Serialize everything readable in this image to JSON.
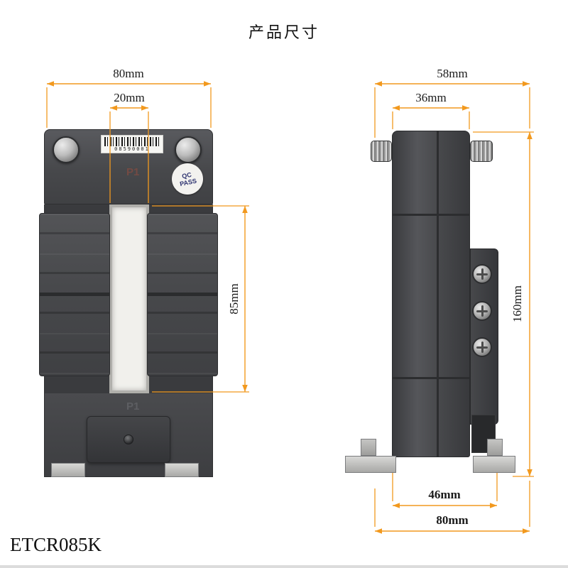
{
  "page": {
    "title": "产品尺寸",
    "model": "ETCR085K"
  },
  "colors": {
    "dimension_line": "#f2991e",
    "device_body": "#47484b"
  },
  "front_view": {
    "barcode_digits": "08590001",
    "p1_top": "P1",
    "p1_bottom": "P1",
    "qc_line1": "QC",
    "qc_line2": "PASS",
    "dims": {
      "overall_width": "80mm",
      "window_width": "20mm",
      "window_height": "85mm"
    }
  },
  "side_view": {
    "dims": {
      "overall_depth": "58mm",
      "body_depth": "36mm",
      "height": "160mm",
      "foot_span": "46mm",
      "base_width": "80mm"
    }
  }
}
